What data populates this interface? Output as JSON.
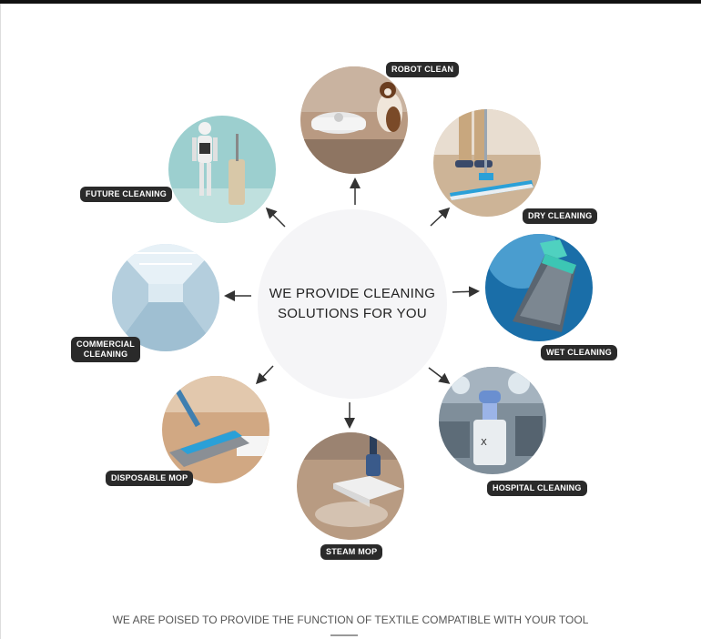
{
  "center": {
    "line1": "WE PROVIDE CLEANING",
    "line2": "SOLUTIONS FOR YOU"
  },
  "labels": {
    "robot_clean": "ROBOT CLEAN",
    "dry_cleaning": "DRY CLEANING",
    "wet_cleaning": "WET CLEANING",
    "hospital_cleaning": "HOSPITAL CLEANING",
    "steam_mop": "STEAM MOP",
    "disposable_mop": "DISPOSABLE MOP",
    "commercial_cleaning_1": "COMMERCIAL",
    "commercial_cleaning_2": "CLEANING",
    "future_cleaning": "FUTURE CLEANING"
  },
  "footer": {
    "text": "WE ARE POISED TO PROVIDE THE FUNCTION OF TEXTILE COMPATIBLE WITH YOUR TOOL"
  },
  "colors": {
    "tag_background": "#2a2a2a",
    "center_circle": "#f5f5f7",
    "accent_blue": "#2aa0d8"
  }
}
